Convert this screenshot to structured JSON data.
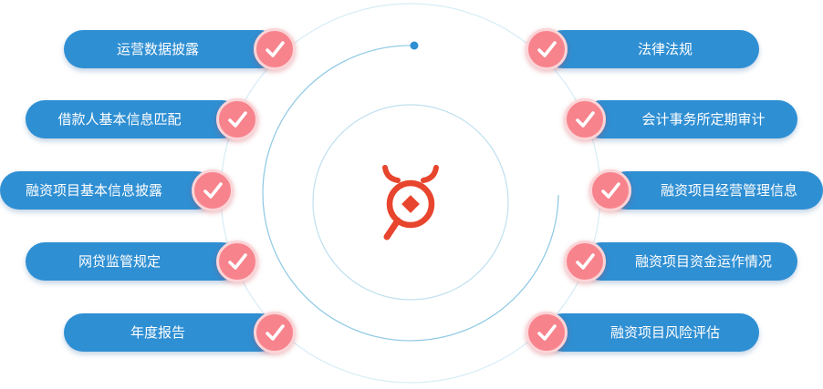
{
  "left_items": [
    {
      "label": "运营数据披露"
    },
    {
      "label": "借款人基本信息匹配"
    },
    {
      "label": "融资项目基本信息披露"
    },
    {
      "label": "网贷监管规定"
    },
    {
      "label": "年度报告"
    }
  ],
  "right_items": [
    {
      "label": "法律法规"
    },
    {
      "label": "会计事务所定期审计"
    },
    {
      "label": "融资项目经营管理信息"
    },
    {
      "label": "融资项目资金运作情况"
    },
    {
      "label": "融资项目风险评估"
    }
  ],
  "colors": {
    "pill": "#2f8fd3",
    "check": "#f7838c",
    "check_ring": "#fbd4d7",
    "logo": "#e8452e",
    "ring": "#a8d6ea"
  },
  "icons": {
    "check": "checkmark-icon",
    "logo": "brand-logo-icon"
  }
}
